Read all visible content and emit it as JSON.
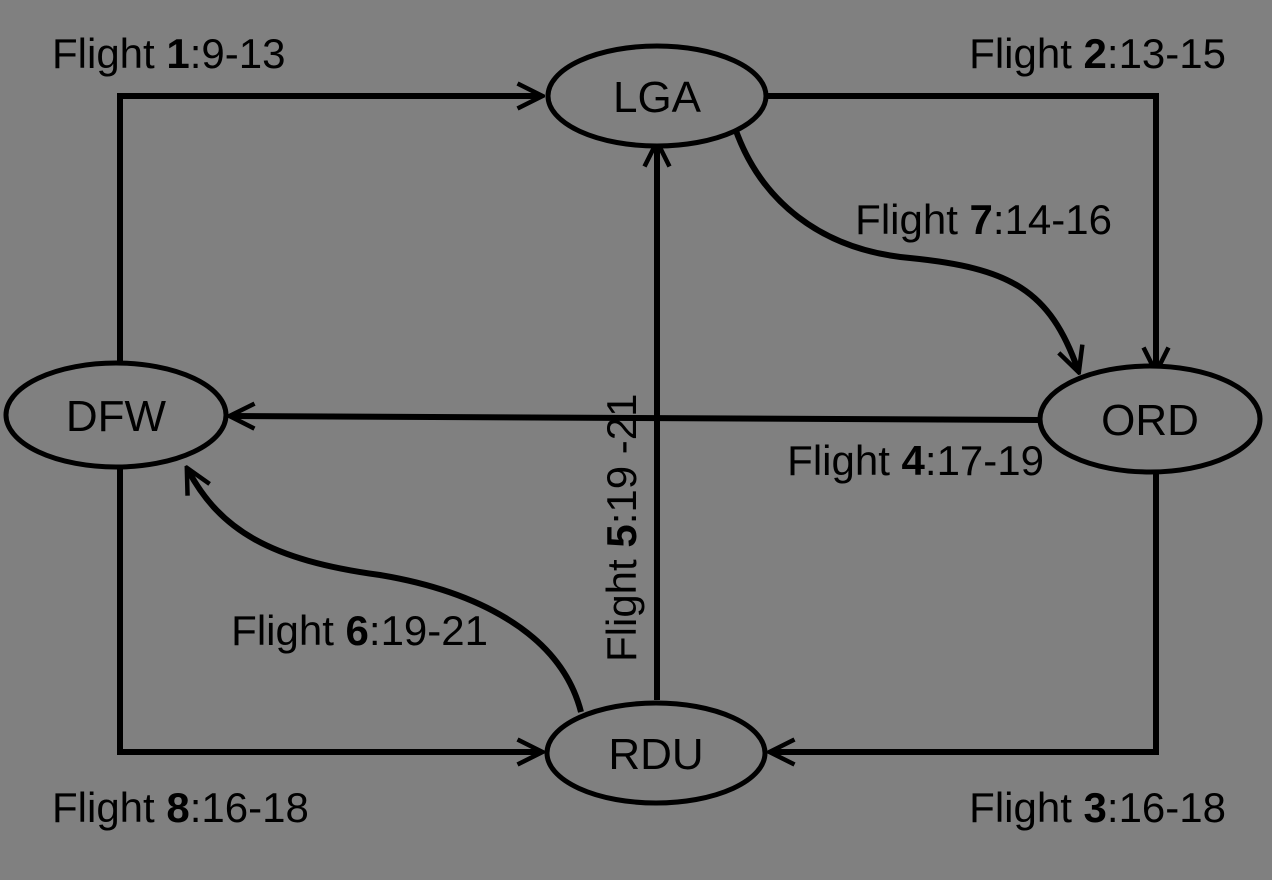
{
  "nodes": {
    "lga": "LGA",
    "dfw": "DFW",
    "ord": "ORD",
    "rdu": "RDU"
  },
  "flights": {
    "f1": {
      "prefix": "Flight ",
      "num": "1",
      "time": ":9-13"
    },
    "f2": {
      "prefix": "Flight ",
      "num": "2",
      "time": ":13-15"
    },
    "f3": {
      "prefix": "Flight ",
      "num": "3",
      "time": ":16-18"
    },
    "f4": {
      "prefix": "Flight ",
      "num": "4",
      "time": ":17-19"
    },
    "f5": {
      "prefix": "Flight ",
      "num": "5",
      "time": ":19 -21"
    },
    "f6": {
      "prefix": "Flight ",
      "num": "6",
      "time": ":19-21"
    },
    "f7": {
      "prefix": "Flight ",
      "num": "7",
      "time": ":14-16"
    },
    "f8": {
      "prefix": "Flight ",
      "num": "8",
      "time": ":16-18"
    }
  }
}
